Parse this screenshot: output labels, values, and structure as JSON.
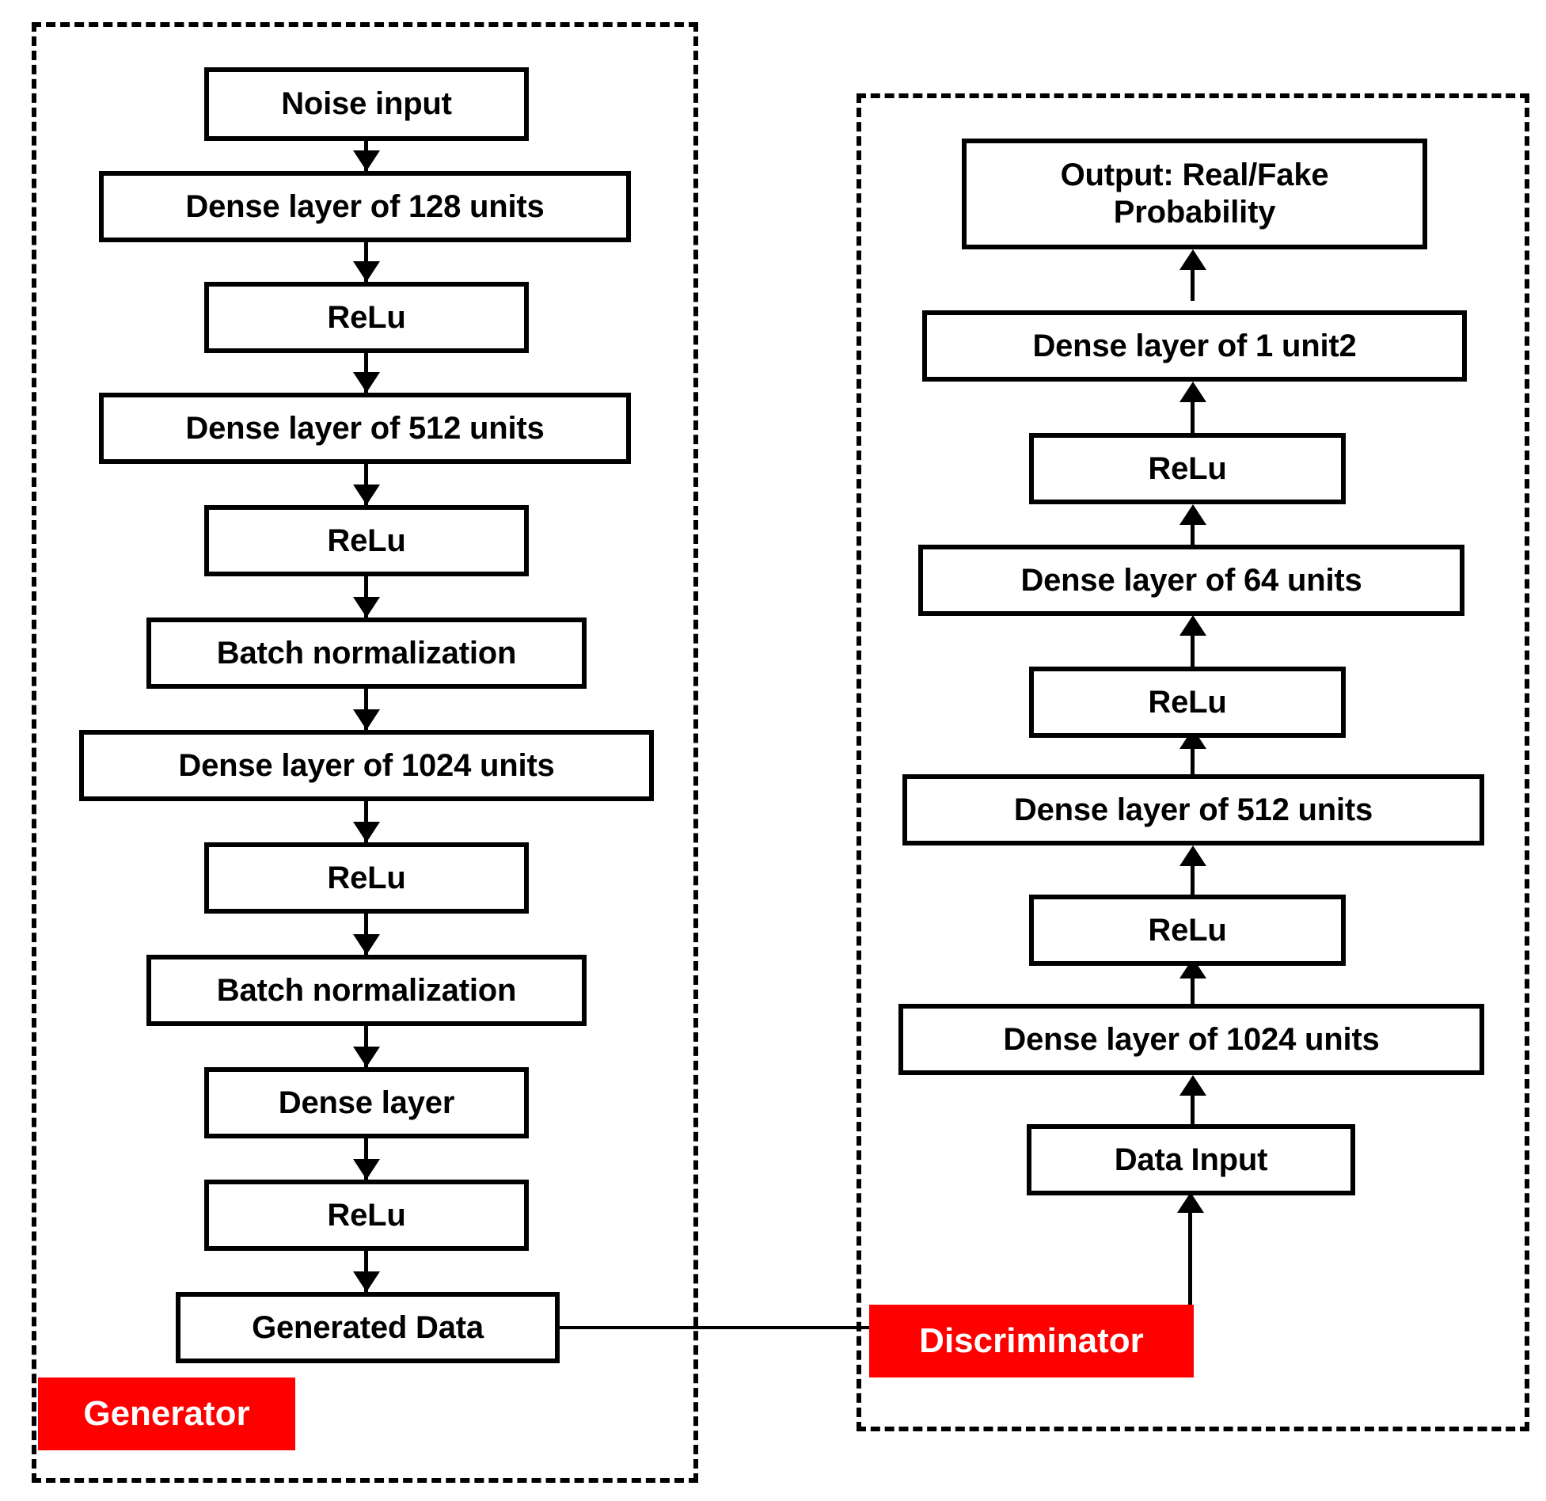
{
  "diagram": {
    "title_generator": "Generator",
    "title_discriminator": "Discriminator"
  },
  "generator": {
    "role_label": "Generator",
    "nodes": [
      {
        "id": "noise-input",
        "label": "Noise input"
      },
      {
        "id": "dense-128",
        "label": "Dense layer of 128 units"
      },
      {
        "id": "relu-1",
        "label": "ReLu"
      },
      {
        "id": "dense-512",
        "label": "Dense layer of 512 units"
      },
      {
        "id": "relu-2",
        "label": "ReLu"
      },
      {
        "id": "batchnorm-1",
        "label": "Batch normalization"
      },
      {
        "id": "dense-1024",
        "label": "Dense layer of 1024 units"
      },
      {
        "id": "relu-3",
        "label": "ReLu"
      },
      {
        "id": "batchnorm-2",
        "label": "Batch normalization"
      },
      {
        "id": "dense-layer",
        "label": "Dense layer"
      },
      {
        "id": "relu-4",
        "label": "ReLu"
      },
      {
        "id": "generated-data",
        "label": "Generated Data"
      }
    ]
  },
  "discriminator": {
    "role_label": "Discriminator",
    "nodes": [
      {
        "id": "output-prob",
        "label": "Output: Real/Fake\nProbability",
        "line1": "Output: Real/Fake",
        "line2": "Probability"
      },
      {
        "id": "dense-1-unit2",
        "label": "Dense layer of 1 unit2"
      },
      {
        "id": "relu-d1",
        "label": "ReLu"
      },
      {
        "id": "dense-64",
        "label": "Dense layer of 64 units"
      },
      {
        "id": "relu-d2",
        "label": "ReLu"
      },
      {
        "id": "dense-512-d",
        "label": "Dense layer of 512 units"
      },
      {
        "id": "relu-d3",
        "label": "ReLu"
      },
      {
        "id": "dense-1024-d",
        "label": "Dense layer of 1024 units"
      },
      {
        "id": "data-input",
        "label": "Data Input"
      }
    ]
  },
  "colors": {
    "accent_red": "#FF0000",
    "stroke": "#000000",
    "background": "#FFFFFF",
    "label_text": "#FFFFFF"
  }
}
